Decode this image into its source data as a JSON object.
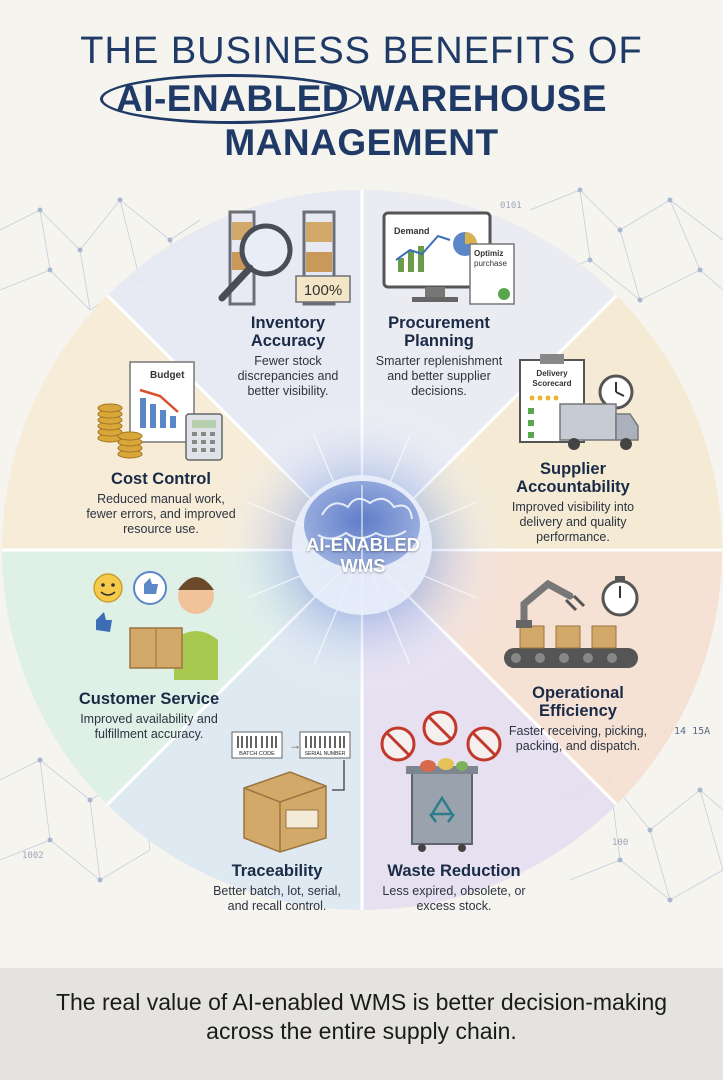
{
  "title": {
    "line1": "THE BUSINESS BENEFITS OF",
    "line2": "AI-ENABLED WAREHOUSE",
    "line3": "MANAGEMENT"
  },
  "center": {
    "label": "AI-ENABLED WMS"
  },
  "sections": [
    {
      "title": "Inventory Accuracy",
      "text": "Fewer stock discrepancies and better visibility.",
      "icon": "magnifier-shelves-icon",
      "badge": "100%"
    },
    {
      "title": "Procurement Planning",
      "text": "Smarter replenishment and better supplier decisions.",
      "icon": "monitor-chart-icon",
      "labels": [
        "Demand",
        "Optimiz",
        "purchase"
      ]
    },
    {
      "title": "Supplier Accountability",
      "text": "Improved visibility into delivery and quality performance.",
      "icon": "scorecard-truck-icon",
      "labels": [
        "Delivery",
        "Scorecard"
      ]
    },
    {
      "title": "Operational Efficiency",
      "text": "Faster receiving, picking, packing, and dispatch.",
      "icon": "robot-arm-conveyor-icon"
    },
    {
      "title": "Waste Reduction",
      "text": "Less expired, obsolete, or excess stock.",
      "icon": "recycle-bin-icon"
    },
    {
      "title": "Traceability",
      "text": "Better batch, lot, serial, and recall control.",
      "icon": "barcode-box-icon",
      "labels": [
        "BATCH CODE",
        "SERIAL NUMBER"
      ]
    },
    {
      "title": "Customer Service",
      "text": "Improved availability and fulfillment accuracy.",
      "icon": "happy-customer-icon"
    },
    {
      "title": "Cost Control",
      "text": "Reduced manual work, fewer errors, and improved resource use.",
      "icon": "budget-coins-icon",
      "labels": [
        "Budget"
      ]
    }
  ],
  "decor_codes": [
    "0101",
    "2/14 15A",
    "1002",
    "100"
  ],
  "footer": {
    "text": "The real value of AI-enabled WMS is better decision-making across the entire supply chain."
  },
  "colors": {
    "navy": "#1f3a66",
    "segments": [
      "#e7e9f2",
      "#e9ebf1",
      "#f4ead3",
      "#f6dfd3",
      "#e6def0",
      "#dde8f0",
      "#ddefe6",
      "#f5ebd6"
    ]
  }
}
